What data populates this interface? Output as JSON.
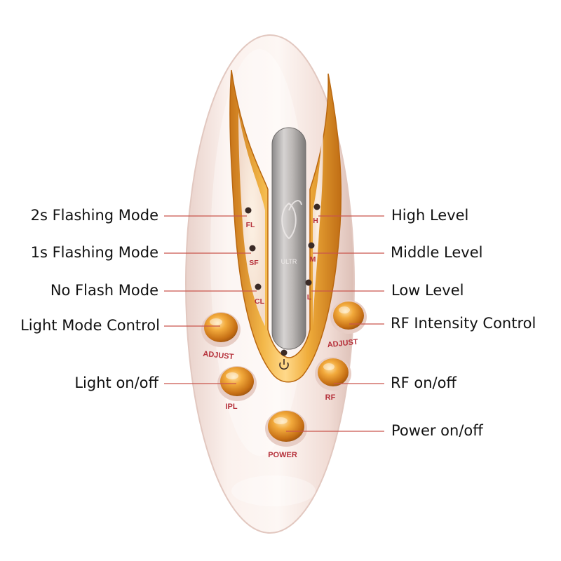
{
  "device": {
    "led_labels_left": [
      "FL",
      "SF",
      "CL"
    ],
    "led_labels_right": [
      "H",
      "M",
      "L"
    ],
    "button_labels": {
      "adjust_left": "ADJUST",
      "adjust_right": "ADJUST",
      "ipl": "IPL",
      "rf": "RF",
      "power": "POWER"
    },
    "logo_text": "ULTR"
  },
  "callouts_left": [
    "2s Flashing Mode",
    "1s Flashing Mode",
    "No Flash Mode",
    "Light Mode Control",
    "Light on/off"
  ],
  "callouts_right": [
    "High Level",
    "Middle Level",
    "Low Level",
    "RF Intensity Control",
    "RF on/off",
    "Power on/off"
  ],
  "colors": {
    "body": "#f8ebe6",
    "gold": "#e29a2a",
    "button": "#e8a033",
    "label_red": "#b5303a",
    "leader_line": "#c9564d"
  }
}
